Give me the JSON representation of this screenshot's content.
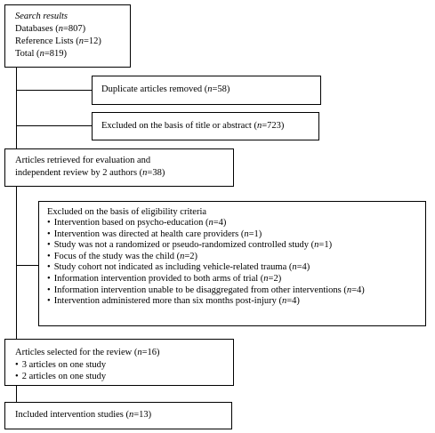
{
  "search": {
    "title": "Search results",
    "databases": "Databases (",
    "databases_n": "n",
    "databases_val": "=807)",
    "reference": "Reference Lists (",
    "reference_n": "n",
    "reference_val": "=12)",
    "total": "Total (",
    "total_n": "n",
    "total_val": "=819)"
  },
  "duplicates": {
    "text": "Duplicate articles removed (",
    "n": "n",
    "val": "=58)"
  },
  "excluded_title": {
    "text": "Excluded on the basis of title or abstract (",
    "n": "n",
    "val": "=723)"
  },
  "retrieved": {
    "line1": "Articles retrieved for evaluation and",
    "line2": "independent review by 2 authors (",
    "n": "n",
    "val": "=38)"
  },
  "eligibility": {
    "title": "Excluded on the basis of eligibility criteria",
    "items": [
      {
        "text": "Intervention based on psycho-education (",
        "n": "n",
        "val": "=4)"
      },
      {
        "text": "Intervention was directed at health care providers (",
        "n": "n",
        "val": "=1)"
      },
      {
        "text": "Study was not a randomized or pseudo-randomized controlled study (",
        "n": "n",
        "val": "=1)"
      },
      {
        "text": "Focus of the study was the child (",
        "n": "n",
        "val": "=2)"
      },
      {
        "text": "Study cohort not indicated as including vehicle-related trauma (",
        "n": "n",
        "val": "=4)"
      },
      {
        "text": "Information intervention provided to both arms of trial (",
        "n": "n",
        "val": "=2)"
      },
      {
        "text": "Information intervention unable to be disaggregated from other interventions (",
        "n": "n",
        "val": "=4)"
      },
      {
        "text": "Intervention administered more than six months post-injury (",
        "n": "n",
        "val": "=4)"
      }
    ]
  },
  "selected": {
    "title": "Articles selected for the review (",
    "n": "n",
    "val": "=16)",
    "items": [
      "3 articles on one study",
      "2 articles on one study"
    ]
  },
  "included": {
    "text": "Included intervention studies (",
    "n": "n",
    "val": "=13)"
  }
}
